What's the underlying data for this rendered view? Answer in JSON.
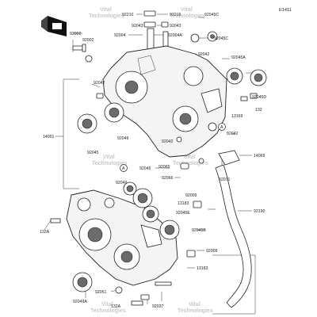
{
  "diagram": {
    "code": "E1411",
    "watermark": [
      "Vital",
      "Technologies"
    ],
    "circle_marker": "A",
    "callouts": [
      "92210",
      "92210",
      "92043",
      "92043",
      "92004",
      "92004A",
      "92002",
      "92002",
      "92045C",
      "92045C",
      "92042",
      "92042",
      "92045A",
      "92045D",
      "132",
      "13169",
      "14001",
      "92045",
      "92049",
      "92042",
      "92065",
      "92066",
      "92042",
      "14069",
      "92071",
      "92049",
      "92045",
      "92009",
      "13183",
      "92045E",
      "92190",
      "92045B",
      "132A",
      "92009",
      "13183",
      "92049A",
      "92051",
      "132A",
      "92037"
    ]
  }
}
